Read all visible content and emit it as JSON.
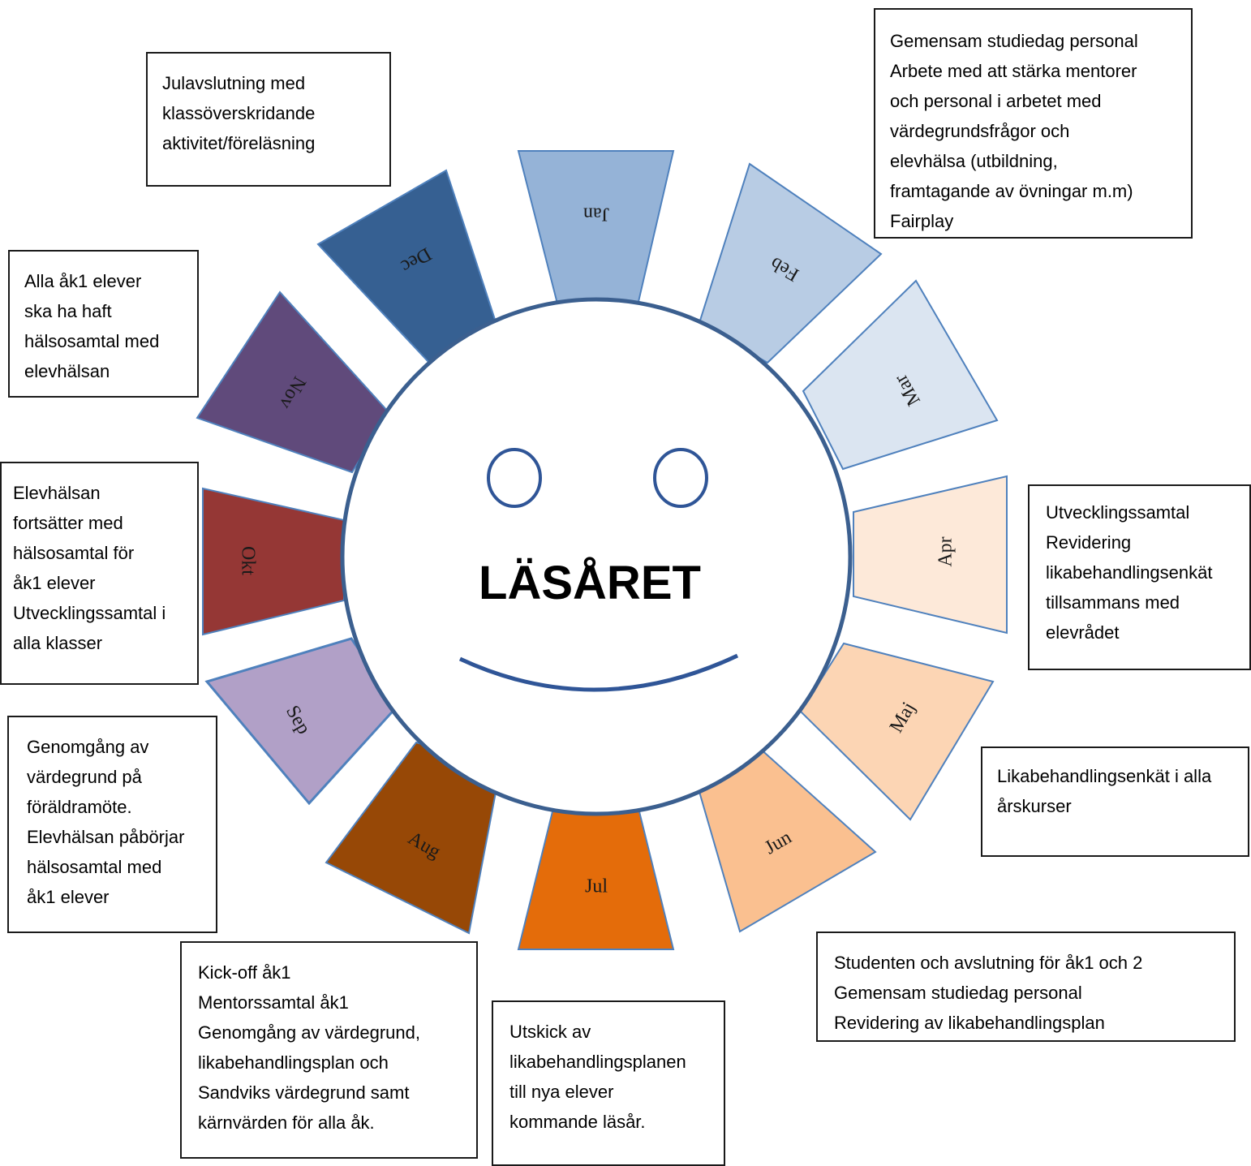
{
  "center": {
    "title": "LÄSÅRET"
  },
  "months": [
    {
      "label": "Jan",
      "color": "#95b3d7"
    },
    {
      "label": "Feb",
      "color": "#b8cce4"
    },
    {
      "label": "Mar",
      "color": "#dbe5f1"
    },
    {
      "label": "Apr",
      "color": "#fde9d9"
    },
    {
      "label": "Maj",
      "color": "#fcd5b4"
    },
    {
      "label": "Jun",
      "color": "#fac090"
    },
    {
      "label": "Jul",
      "color": "#e46c0a"
    },
    {
      "label": "Aug",
      "color": "#974806"
    },
    {
      "label": "Sep",
      "color": "#b1a0c7"
    },
    {
      "label": "Okt",
      "color": "#953735"
    },
    {
      "label": "Nov",
      "color": "#604a7b"
    },
    {
      "label": "Dec",
      "color": "#366092"
    }
  ],
  "notes": {
    "jan_feb": {
      "lines": [
        "Gemensam studiedag personal",
        "Arbete med att stärka mentorer",
        "och personal i arbetet med",
        "värdegrundsfrågor och",
        "elevhälsa (utbildning,",
        "framtagande av övningar m.m)",
        "Fairplay"
      ]
    },
    "dec": {
      "lines": [
        "Julavslutning med",
        "klassöverskridande",
        "aktivitet/föreläsning"
      ]
    },
    "nov": {
      "lines": [
        "Alla åk1 elever",
        "ska ha haft",
        "hälsosamtal med",
        "elevhälsan"
      ]
    },
    "okt": {
      "lines": [
        "Elevhälsan",
        "fortsätter med",
        "hälsosamtal för",
        "åk1 elever",
        "Utvecklingssamtal i",
        "alla klasser"
      ]
    },
    "sep": {
      "lines": [
        "Genomgång av",
        "värdegrund på",
        "föräldramöte.",
        "Elevhälsan påbörjar",
        "hälsosamtal med",
        "åk1 elever"
      ]
    },
    "aug": {
      "lines": [
        "Kick-off åk1",
        "Mentorssamtal åk1",
        "Genomgång av värdegrund,",
        "likabehandlingsplan och",
        "Sandviks värdegrund samt",
        "kärnvärden för alla åk."
      ]
    },
    "jul": {
      "lines": [
        "Utskick av",
        "likabehandlingsplanen",
        "till nya elever",
        "kommande läsår."
      ]
    },
    "jun": {
      "lines": [
        "Studenten och avslutning för åk1 och 2",
        "Gemensam studiedag personal",
        "Revidering av likabehandlingsplan"
      ]
    },
    "maj": {
      "lines": [
        "Likabehandlingsenkät i alla",
        "årskurser"
      ]
    },
    "apr": {
      "lines": [
        "Utvecklingssamtal",
        "Revidering",
        "likabehandlingsenkät",
        "tillsammans med",
        "elevrådet"
      ]
    }
  }
}
